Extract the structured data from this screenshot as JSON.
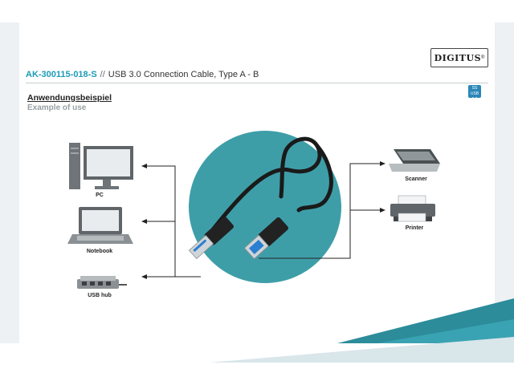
{
  "brand": {
    "logo": "DIGITUS",
    "logo_mark": "®"
  },
  "header": {
    "sku": "AK-300115-018-S",
    "separator": "//",
    "title": "USB 3.0 Connection Cable, Type A - B"
  },
  "badge": {
    "line1": "SS",
    "line2": "USB 3.0"
  },
  "section": {
    "title": "Anwendungsbeispiel",
    "subtitle": "Example of use"
  },
  "devices": {
    "left": [
      {
        "label": "PC",
        "icon": "pc-icon"
      },
      {
        "label": "Notebook",
        "icon": "notebook-icon"
      },
      {
        "label": "USB hub",
        "icon": "usb-hub-icon"
      }
    ],
    "right": [
      {
        "label": "Scanner",
        "icon": "scanner-icon"
      },
      {
        "label": "Printer",
        "icon": "printer-icon"
      }
    ]
  },
  "colors": {
    "accent": "#1d9bb5",
    "circle": "#3e9ea8",
    "connector": "#2a7fd0"
  }
}
